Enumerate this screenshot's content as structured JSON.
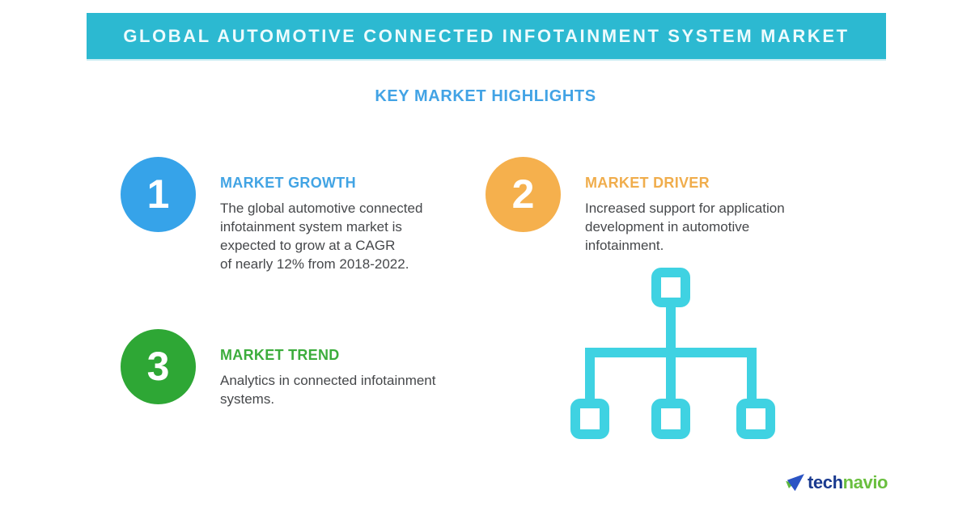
{
  "banner": {
    "title": "GLOBAL AUTOMOTIVE CONNECTED INFOTAINMENT SYSTEM MARKET",
    "bg_color": "#2cb9d1",
    "text_color": "#edfbfd"
  },
  "subtitle": {
    "label": "KEY MARKET HIGHLIGHTS",
    "color": "#42a3e5"
  },
  "highlights": [
    {
      "number": "1",
      "circle_color": "#36a3e9",
      "heading": "MARKET GROWTH",
      "heading_color": "#42a4e4",
      "body": "The global automotive connected\ninfotainment system market is\nexpected to grow at a CAGR\nof nearly 12% from 2018-2022."
    },
    {
      "number": "2",
      "circle_color": "#f5b04d",
      "heading": "MARKET DRIVER",
      "heading_color": "#f0ad4c",
      "body": "Increased support for application\ndevelopment in automotive\ninfotainment."
    },
    {
      "number": "3",
      "circle_color": "#2ea735",
      "heading": "MARKET TREND",
      "heading_color": "#3cad3c",
      "body": "Analytics in connected infotainment\nsystems."
    }
  ],
  "theme": {
    "body_text_color": "#46484b"
  },
  "diagram": {
    "icon": "sitemap-hierarchy-icon",
    "color": "#3fd2e2"
  },
  "logo": {
    "text_tech": "tech",
    "text_navio": "navio",
    "tech_color": "#1a3a8f",
    "navio_color": "#6abf3f",
    "icon_blue": "#2b54c4",
    "icon_green": "#5eb73e"
  }
}
